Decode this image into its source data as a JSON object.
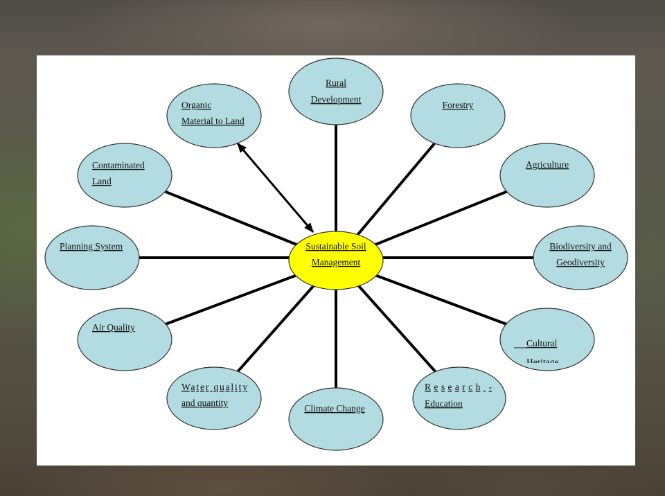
{
  "diagram": {
    "center": {
      "lines": [
        "Sustainable Soil",
        "Management"
      ]
    },
    "nodes": {
      "rural_development": {
        "lines": [
          "Rural",
          "Development"
        ]
      },
      "forestry": {
        "lines": [
          "Forestry"
        ]
      },
      "agriculture": {
        "lines": [
          "Agriculture"
        ]
      },
      "biodiversity_geodiversity": {
        "lines": [
          "Biodiversity and",
          "Geodiversity"
        ]
      },
      "cultural_heritage": {
        "lines": [
          "Cultural",
          "Heritage"
        ]
      },
      "research_education": {
        "lines": [
          "Research -",
          "Education"
        ]
      },
      "climate_change": {
        "lines": [
          "Climate Change"
        ]
      },
      "water_quality": {
        "lines": [
          "Water quality",
          "and quantity"
        ]
      },
      "air_quality": {
        "lines": [
          "Air Quality"
        ]
      },
      "planning_system": {
        "lines": [
          "Planning System"
        ]
      },
      "contaminated_land": {
        "lines": [
          "Contaminated",
          "Land"
        ]
      },
      "organic_material": {
        "lines": [
          "Organic",
          "Material to Land"
        ]
      }
    }
  },
  "colors": {
    "panel": "#ffffff",
    "center_fill": "#ffff00",
    "node_fill": "#b2dce1",
    "outline": "#333333",
    "spoke": "#000000",
    "text": "#111111"
  }
}
